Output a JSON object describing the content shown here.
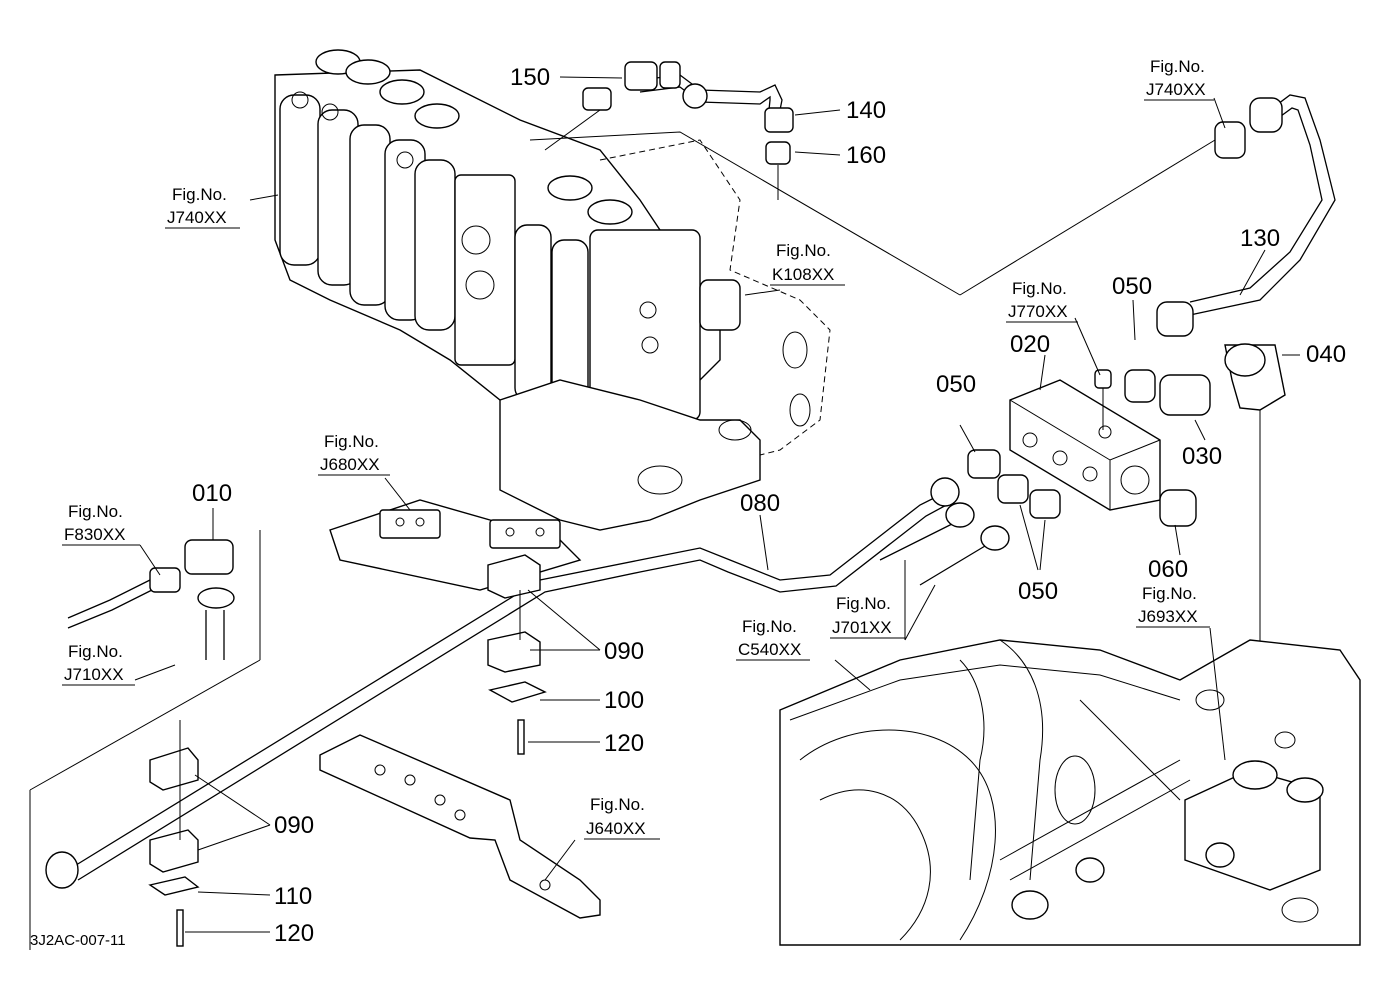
{
  "diagram": {
    "drawing_code": "3J2AC-007-11",
    "fig_prefix": "Fig.No.",
    "part_numbers": {
      "p010": "010",
      "p020": "020",
      "p030": "030",
      "p040": "040",
      "p050_a": "050",
      "p050_b": "050",
      "p050_c": "050",
      "p060": "060",
      "p080": "080",
      "p090_a": "090",
      "p090_b": "090",
      "p100": "100",
      "p110": "110",
      "p120_a": "120",
      "p120_b": "120",
      "p130": "130",
      "p140": "140",
      "p150": "150",
      "p160": "160"
    },
    "figure_refs": {
      "j740_left": "J740XX",
      "j740_right": "J740XX",
      "k108": "K108XX",
      "j770": "J770XX",
      "j680": "J680XX",
      "f830": "F830XX",
      "j710": "J710XX",
      "j701": "J701XX",
      "c540": "C540XX",
      "j693": "J693XX",
      "j640": "J640XX"
    }
  }
}
